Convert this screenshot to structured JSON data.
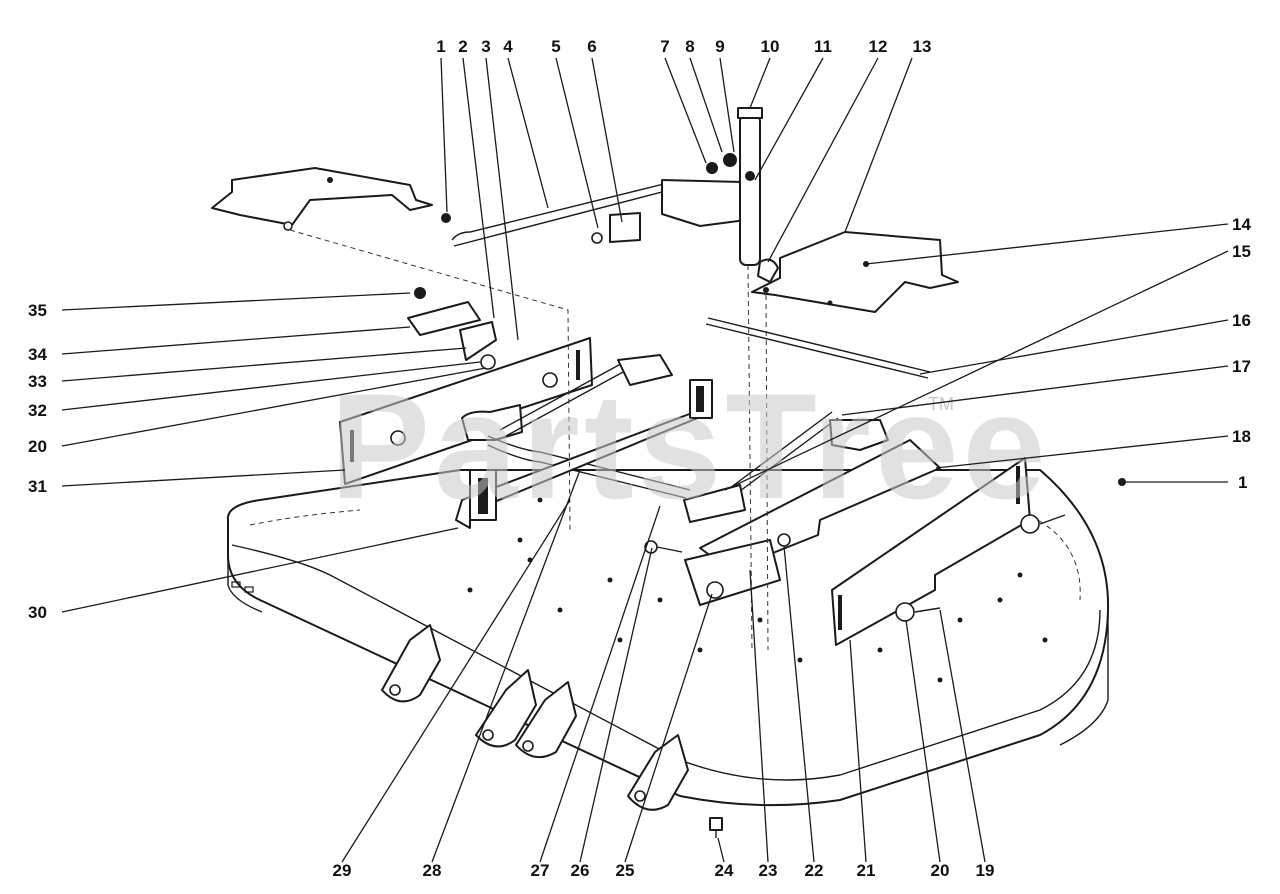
{
  "watermark": {
    "text": "PartsTree",
    "mark": "TM"
  },
  "callouts": {
    "c1_top": "1",
    "c2": "2",
    "c3": "3",
    "c4": "4",
    "c5": "5",
    "c6": "6",
    "c7": "7",
    "c8": "8",
    "c9": "9",
    "c10": "10",
    "c11": "11",
    "c12": "12",
    "c13": "13",
    "c14": "14",
    "c15": "15",
    "c16": "16",
    "c17": "17",
    "c18": "18",
    "c1_right": "1",
    "c35": "35",
    "c34": "34",
    "c33": "33",
    "c32": "32",
    "c20_left": "20",
    "c31": "31",
    "c30": "30",
    "c29": "29",
    "c28": "28",
    "c27": "27",
    "c26": "26",
    "c25": "25",
    "c24": "24",
    "c23": "23",
    "c22": "22",
    "c21": "21",
    "c20_bottom": "20",
    "c19": "19"
  }
}
